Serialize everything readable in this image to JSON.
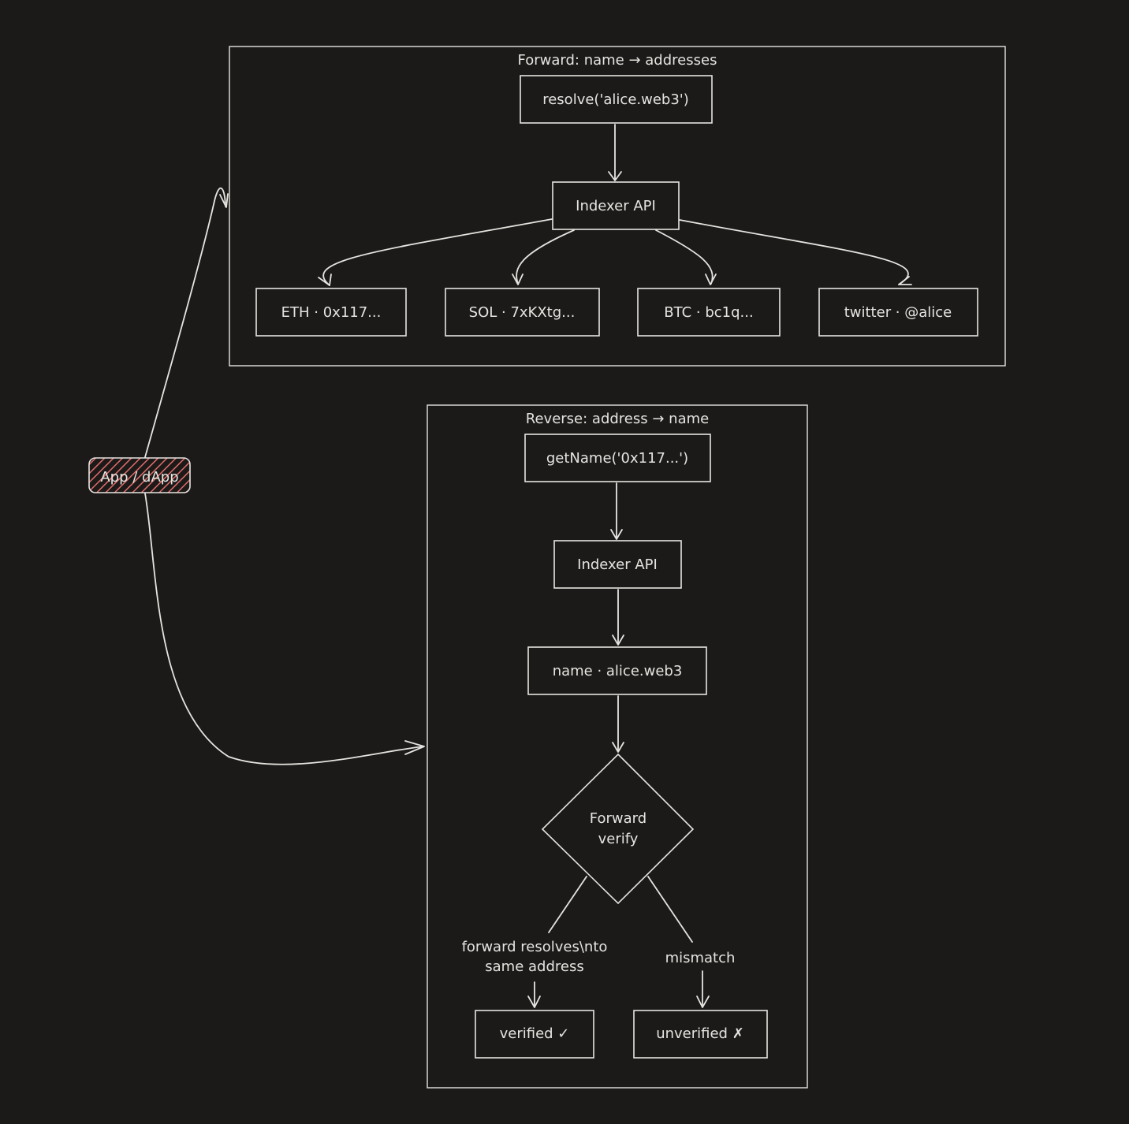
{
  "colors": {
    "background": "#1c1a18",
    "stroke": "#e6e4e0",
    "app_fill": "#e06c6c"
  },
  "app": {
    "label": "App / dApp"
  },
  "forward": {
    "title": "Forward: name → addresses",
    "call": "resolve('alice.web3')",
    "indexer": "Indexer API",
    "results": [
      "ETH · 0x117...",
      "SOL · 7xKXtg...",
      "BTC · bc1q...",
      "twitter · @alice"
    ]
  },
  "reverse": {
    "title": "Reverse: address → name",
    "call": "getName('0x117...')",
    "indexer": "Indexer API",
    "name_result": "name · alice.web3",
    "decision": {
      "line1": "Forward",
      "line2": "verify"
    },
    "branch_yes": {
      "line1": "forward resolves\\nto",
      "line2": "same address"
    },
    "branch_no": "mismatch",
    "outcome_yes": "verified ✓",
    "outcome_no": "unverified ✗"
  }
}
